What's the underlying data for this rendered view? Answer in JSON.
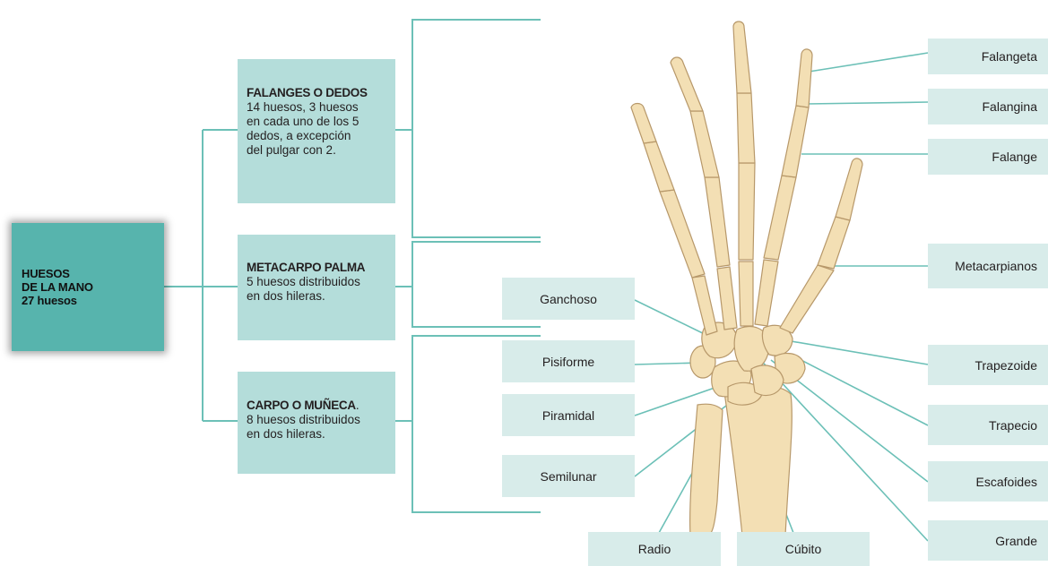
{
  "root": {
    "line1": "HUESOS",
    "line2": "DE LA MANO",
    "line3": "27 huesos"
  },
  "groups": [
    {
      "title": "FALANGES O DEDOS",
      "body": "14 huesos, 3 huesos\nen cada uno de los 5\ndedos, a excepción\ndel pulgar con 2."
    },
    {
      "title": "METACARPO PALMA",
      "body": "5 huesos distribuidos\nen dos hileras."
    },
    {
      "title": "CARPO O MUÑECA",
      "suffix": ".",
      "body": "8 huesos distribuidos\nen dos hileras."
    }
  ],
  "labels_left": [
    "Ganchoso",
    "Pisiforme",
    "Piramidal",
    "Semilunar"
  ],
  "labels_right": [
    "Falangeta",
    "Falangina",
    "Falange",
    "Metacarpianos",
    "Trapezoide",
    "Trapecio",
    "Escafoides",
    "Grande"
  ],
  "labels_bottom": [
    "Radio",
    "Cúbito"
  ],
  "colors": {
    "root_box": "#57b4ad",
    "info_box": "#b4ddda",
    "label_box": "#d8ecea",
    "connector": "#6cc0b7",
    "bone": "#f3dfb4",
    "bone_outline": "#b7986a"
  }
}
